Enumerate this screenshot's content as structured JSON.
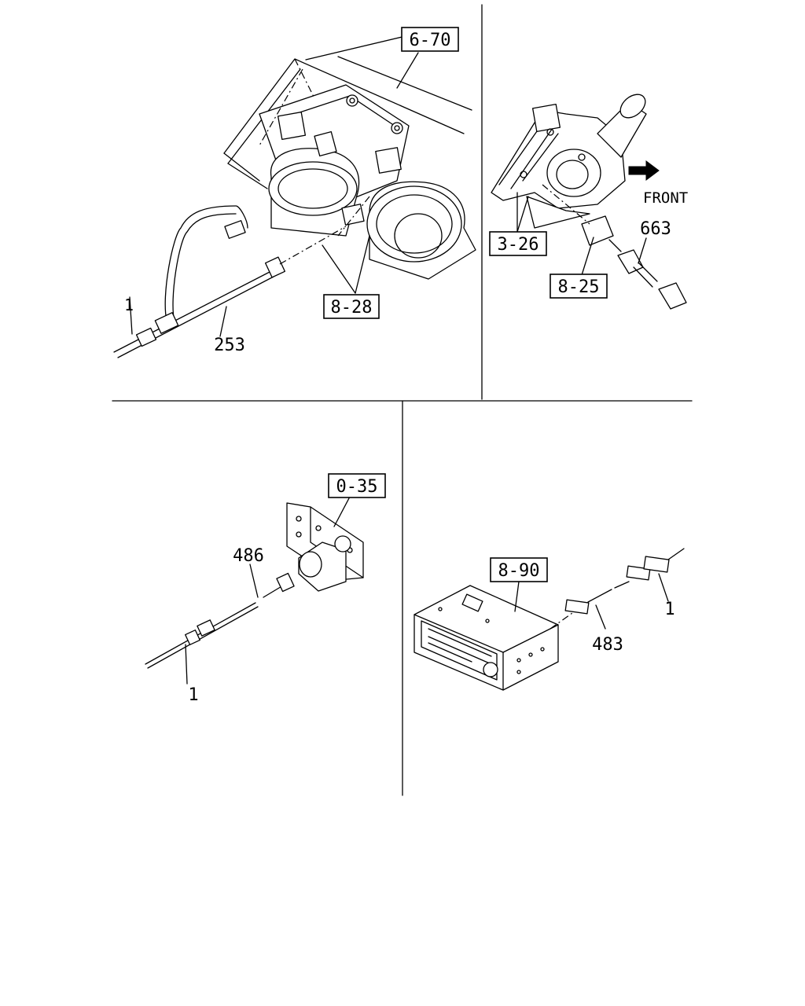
{
  "refs": {
    "r_6_70": "6-70",
    "r_8_28": "8-28",
    "r_3_26": "3-26",
    "r_8_25": "8-25",
    "r_0_35": "0-35",
    "r_8_90": "8-90"
  },
  "parts": {
    "p253": "253",
    "p1_tl": "1",
    "p663": "663",
    "p486": "486",
    "p1_bl": "1",
    "p483": "483",
    "p1_br": "1"
  },
  "annotations": {
    "front": "FRONT"
  }
}
